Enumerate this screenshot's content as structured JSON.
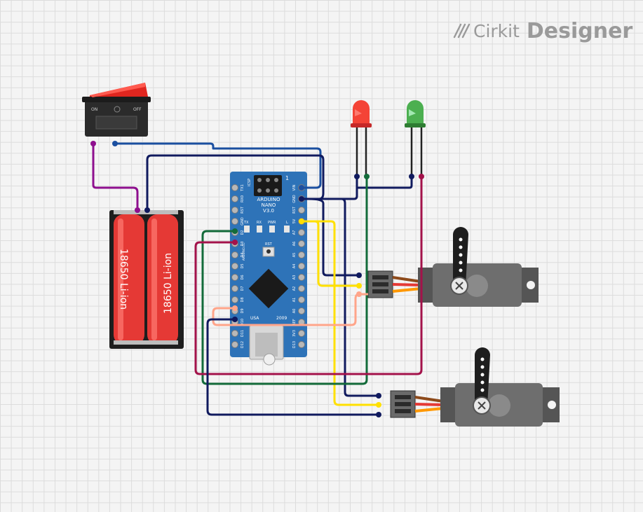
{
  "app": {
    "brand_name": "Cirkit",
    "product_name": "Designer"
  },
  "components": {
    "switch": {
      "on_label": "ON",
      "off_label": "OFF"
    },
    "battery": {
      "cell_labels": [
        "18650 Li-ion",
        "18650 Li-ion"
      ]
    },
    "arduino": {
      "board_line1": "ARDUINO",
      "board_line2": "NANO",
      "board_line3": "V3.0",
      "icsp_label": "ICSP",
      "pin1_label": "1",
      "led_labels": [
        "TX",
        "RX",
        "PWR",
        "L"
      ],
      "rst_label": "RST",
      "usa_label": "USA",
      "year_label": "2009",
      "side_label": "ARDUINO.CC",
      "left_pins": [
        "TX1",
        "RX0",
        "RST",
        "GND",
        "D2",
        "D3",
        "D4",
        "D5",
        "D6",
        "D7",
        "D8",
        "D9",
        "D10",
        "D11",
        "D12"
      ],
      "right_pins": [
        "VIN",
        "GND",
        "RST",
        "5V",
        "A7",
        "A6",
        "A5",
        "A4",
        "A3",
        "A2",
        "A1",
        "A0",
        "REF",
        "3V3",
        "D13"
      ]
    },
    "leds": [
      {
        "color": "red"
      },
      {
        "color": "green"
      }
    ],
    "servos": [
      {
        "index": 1
      },
      {
        "index": 2
      }
    ]
  },
  "colors": {
    "wire_navy": "#101a5e",
    "wire_blue": "#1b4fa0",
    "wire_purple": "#8e0f8e",
    "wire_green": "#136b3a",
    "wire_crimson": "#a3124a",
    "wire_yellow": "#ffe000",
    "wire_salmon": "#ffa58a",
    "arduino_board": "#2e73b8",
    "battery_red": "#e53935",
    "servo_gray": "#6e6e6e"
  }
}
